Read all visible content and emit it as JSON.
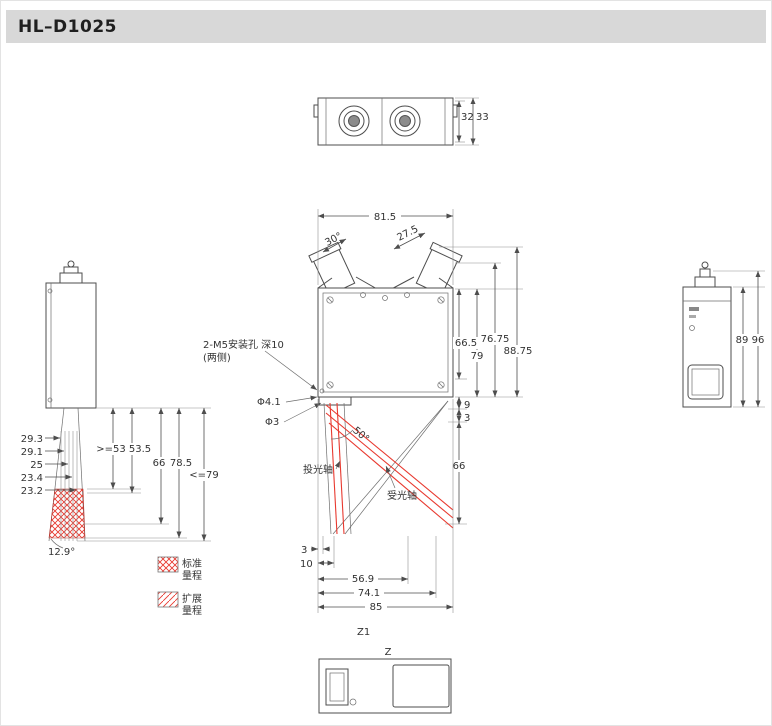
{
  "colors": {
    "header_bg": "#d8d8d8",
    "line": "#4d4d4d",
    "beam_red": "#e8392f",
    "text": "#333333"
  },
  "header": {
    "title": "HL–D1025"
  },
  "views": {
    "top": {
      "dim_32": "32",
      "dim_33": "33"
    },
    "front": {
      "dim_width": "81.5",
      "angle_30": "30°",
      "dim_27_5": "27.5",
      "dim_66_5": "66.5",
      "dim_79": "79",
      "dim_76_75": "76.75",
      "dim_88_75": "88.75",
      "dim_9": "9",
      "dim_3_side": "3",
      "dim_66": "66",
      "note_mount_line1": "2-M5安装孔 深10",
      "note_mount_line2": "(两侧)",
      "note_phi41": "Φ4.1",
      "note_phi3": "Φ3",
      "angle_50": "50°",
      "label_emitter": "投光轴",
      "label_receiver": "受光轴",
      "dim_3_bottom": "3",
      "dim_10": "10",
      "dim_56_9": "56.9",
      "dim_74_1": "74.1",
      "dim_85": "85",
      "label_z1": "Z1"
    },
    "left": {
      "dim_29_3": "29.3",
      "dim_29_1": "29.1",
      "dim_25": "25",
      "dim_23_4": "23.4",
      "dim_23_2": "23.2",
      "dim_ge53": ">=53",
      "dim_53_5": "53.5",
      "dim_66": "66",
      "dim_78_5": "78.5",
      "dim_le79": "<=79",
      "angle_12_9": "12.9°"
    },
    "right": {
      "dim_89": "89",
      "dim_96": "96"
    },
    "bottom": {
      "label_z": "Z"
    }
  },
  "legend": {
    "standard": {
      "line1": "标准",
      "line2": "量程"
    },
    "extended": {
      "line1": "扩展",
      "line2": "量程"
    }
  }
}
